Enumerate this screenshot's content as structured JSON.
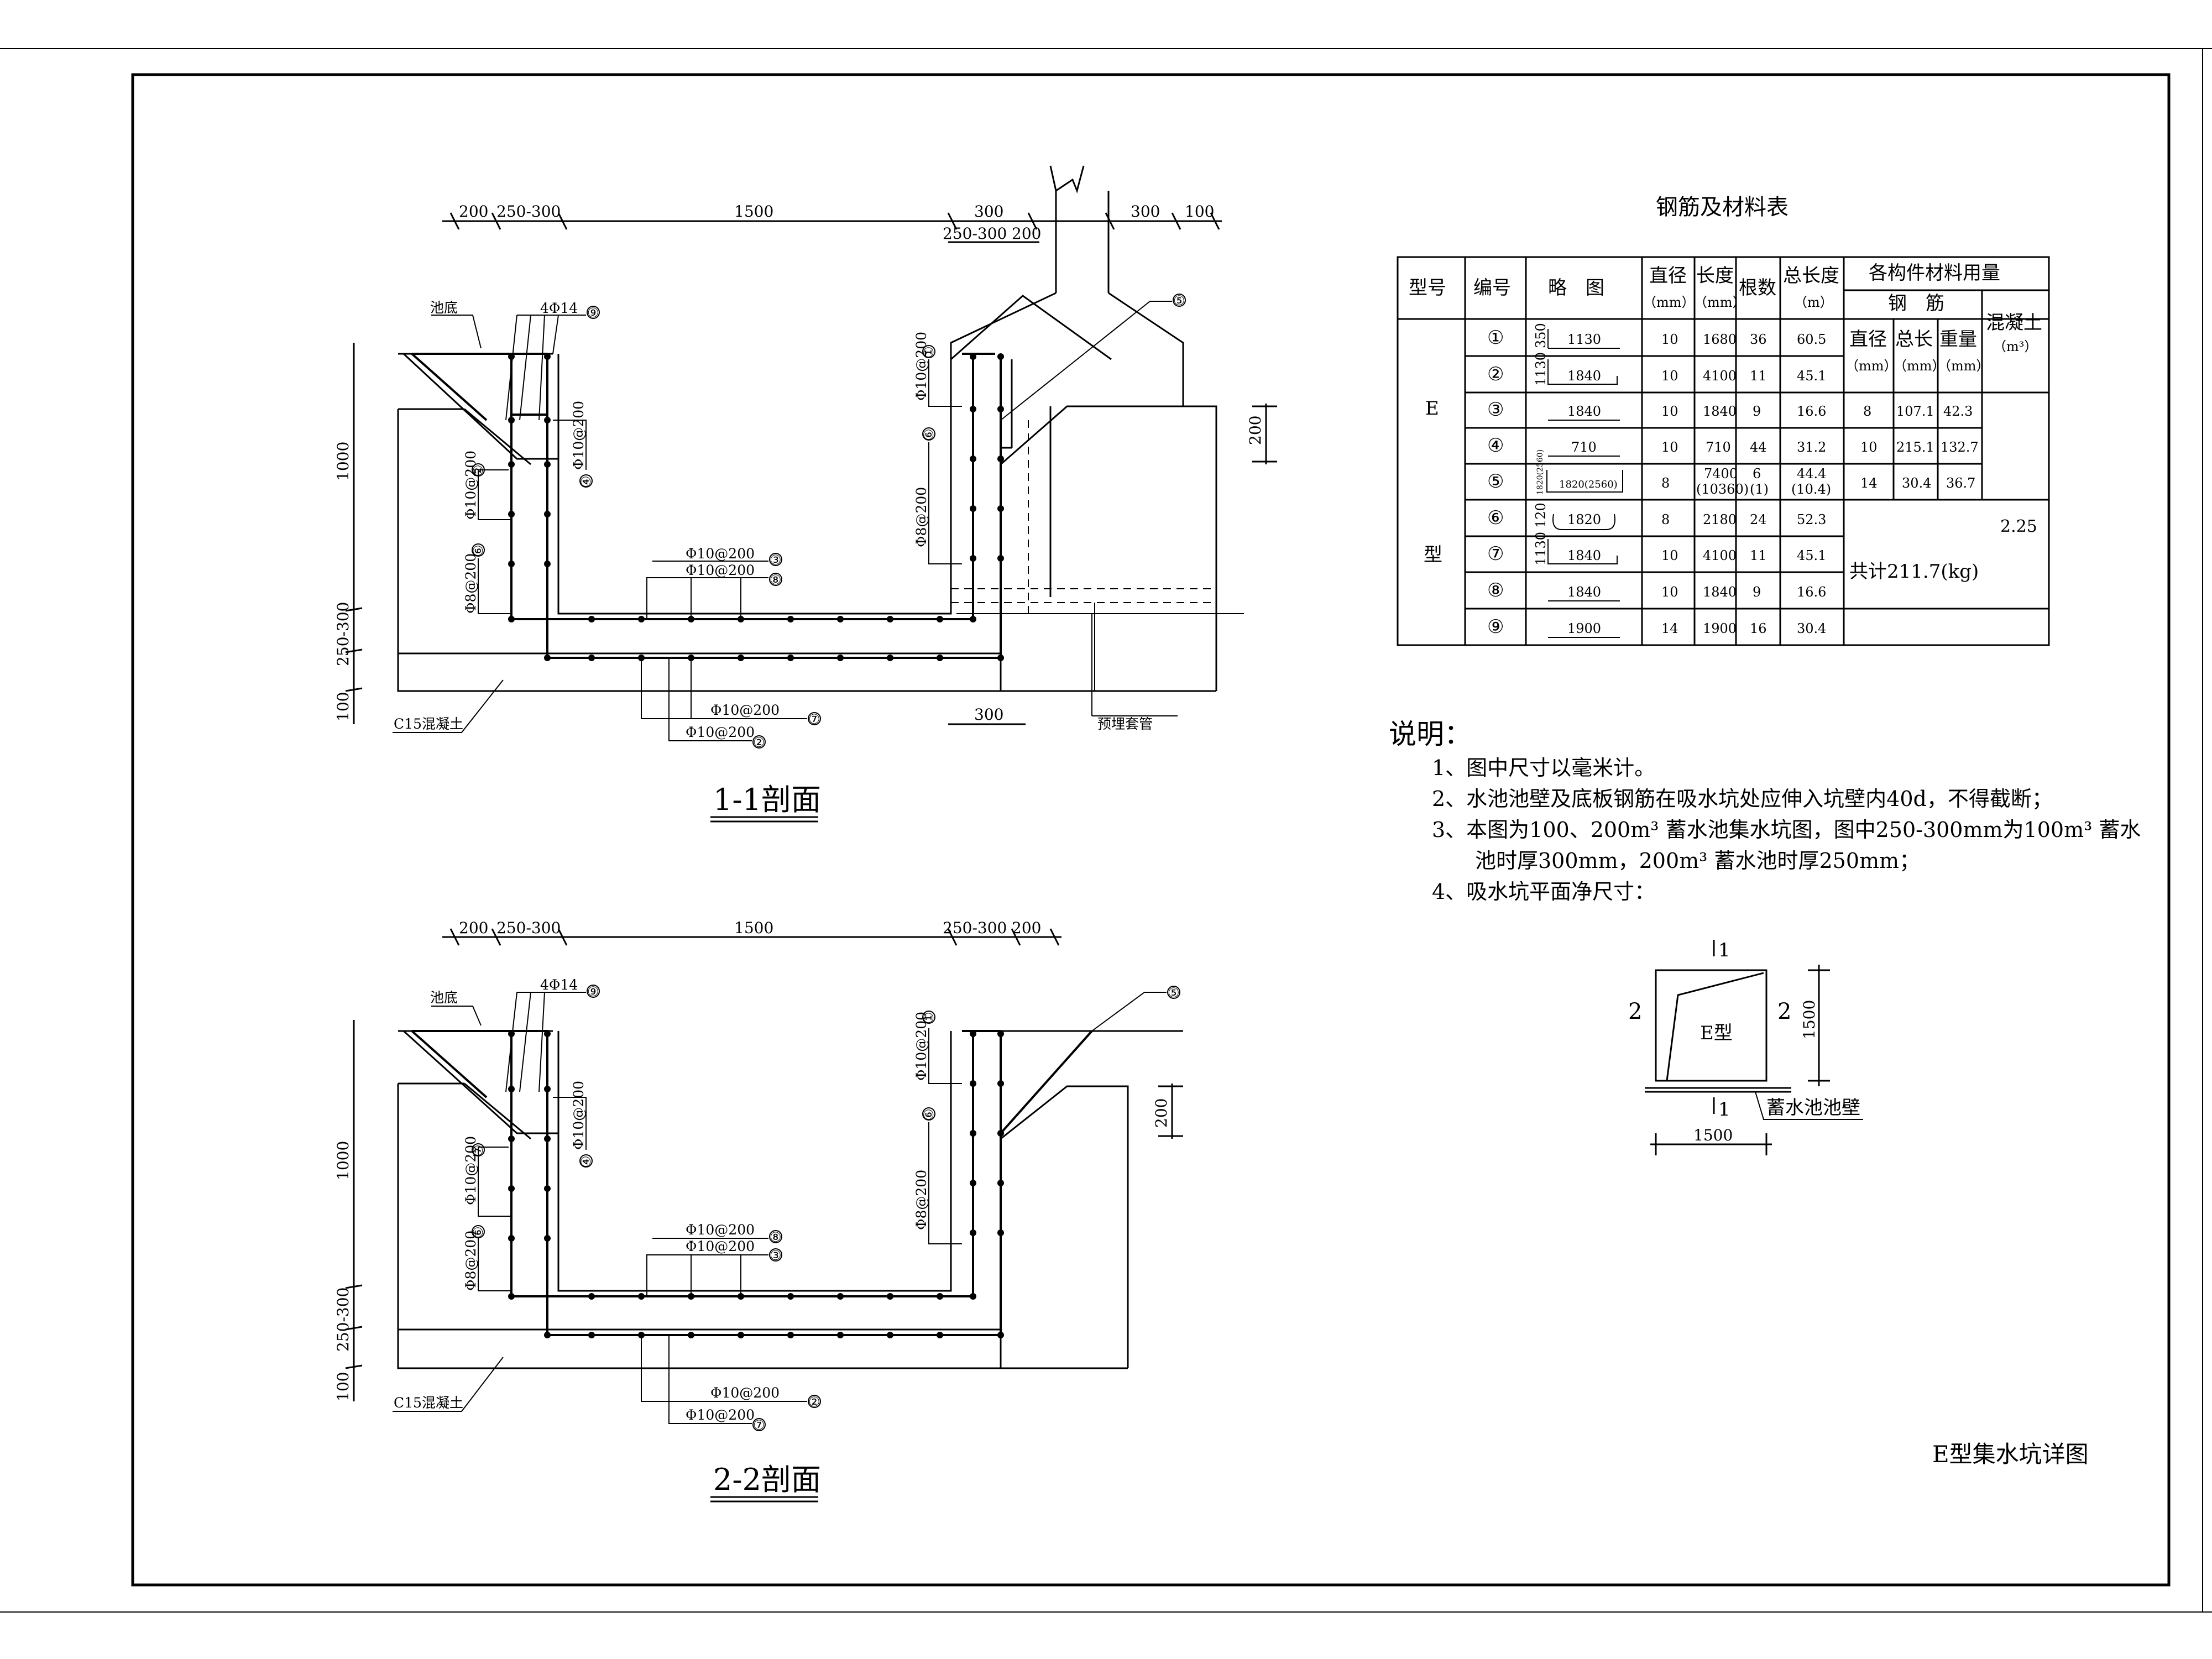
{
  "drawing_title": "E型集水坑详图",
  "sections": [
    {
      "title": "1-1剖面",
      "top_dims": [
        "200",
        "250-300",
        "1500",
        "300",
        "300",
        "100"
      ],
      "sub_dims": [
        "250-300",
        "200"
      ],
      "left_dims": [
        "1000",
        "250-300",
        "100"
      ],
      "right_dim": "200",
      "bottom_dim": "300",
      "labels": {
        "pool_bottom": "池底",
        "top_bars": "4Φ14",
        "c15": "C15混凝土",
        "sleeve": "预埋套管",
        "n9": "⑨",
        "n5": "⑤",
        "n1": "①",
        "n6": "⑥",
        "n4": "④",
        "n2": "②",
        "n6b": "⑥",
        "n3": "③",
        "n8": "⑧",
        "n7": "⑦",
        "n2b": "②"
      },
      "rebar": {
        "r1": "Φ10@200",
        "r4": "Φ10@200",
        "r6": "Φ8@200",
        "l2": "Φ10@200",
        "l6": "Φ8@200",
        "b3": "Φ10@200",
        "b8": "Φ10@200",
        "b2": "Φ10@200",
        "b7": "Φ10@200"
      }
    },
    {
      "title": "2-2剖面",
      "top_dims": [
        "200",
        "250-300",
        "1500",
        "250-300",
        "200"
      ],
      "left_dims": [
        "1000",
        "250-300",
        "100"
      ],
      "right_dim": "200",
      "labels": {
        "pool_bottom": "池底",
        "top_bars": "4Φ14",
        "c15": "C15混凝土",
        "n9": "⑨",
        "n5": "⑤",
        "n1": "①",
        "n6": "⑥",
        "n4": "④",
        "n7": "⑦",
        "n6b": "⑥",
        "n8": "⑧",
        "n3": "③",
        "n2": "②",
        "n7b": "⑦"
      },
      "rebar": {
        "r1": "Φ10@200",
        "r6": "Φ8@200",
        "l4": "Φ10@200",
        "l7": "Φ10@200",
        "l6": "Φ8@200",
        "b8": "Φ10@200",
        "b3": "Φ10@200",
        "b2": "Φ10@200",
        "b7": "Φ10@200"
      }
    }
  ],
  "table": {
    "title": "钢筋及材料表",
    "headers": {
      "type": "型号",
      "no": "编号",
      "sketch": "略　图",
      "dia": "直径",
      "dia_unit": "（mm）",
      "len": "长度",
      "len_unit": "（mm）",
      "count": "根数",
      "total": "总长度",
      "total_unit": "（m）",
      "materials": "各构件材料用量",
      "steel": "钢　筋",
      "s_dia": "直径",
      "s_dia_unit": "（mm）",
      "s_total": "总长",
      "s_total_unit": "（mm）",
      "s_weight": "重量",
      "s_weight_unit": "（mm）",
      "concrete": "混凝土",
      "concrete_unit": "（m³）"
    },
    "type_label_1": "E",
    "type_label_2": "型",
    "rows": [
      {
        "no": "①",
        "sketch": "1130",
        "sketch_v": "350",
        "dia": "10",
        "len": "1680",
        "count": "36",
        "total": "60.5"
      },
      {
        "no": "②",
        "sketch": "1840",
        "sketch_v": "1130",
        "dia": "10",
        "len": "4100",
        "count": "11",
        "total": "45.1"
      },
      {
        "no": "③",
        "sketch": "1840",
        "sketch_v": "",
        "dia": "10",
        "len": "1840",
        "count": "9",
        "total": "16.6"
      },
      {
        "no": "④",
        "sketch": "710",
        "sketch_v": "",
        "dia": "10",
        "len": "710",
        "count": "44",
        "total": "31.2"
      },
      {
        "no": "⑤",
        "sketch": "1820(2560)",
        "sketch_v": "1820(2560)",
        "dia": "8",
        "len": "7400",
        "len2": "(10360)",
        "count": "6",
        "count2": "(1)",
        "total": "44.4",
        "total2": "(10.4)"
      },
      {
        "no": "⑥",
        "sketch": "1820",
        "sketch_v": "120",
        "dia": "8",
        "len": "2180",
        "count": "24",
        "total": "52.3"
      },
      {
        "no": "⑦",
        "sketch": "1840",
        "sketch_v": "1130",
        "dia": "10",
        "len": "4100",
        "count": "11",
        "total": "45.1"
      },
      {
        "no": "⑧",
        "sketch": "1840",
        "sketch_v": "",
        "dia": "10",
        "len": "1840",
        "count": "9",
        "total": "16.6"
      },
      {
        "no": "⑨",
        "sketch": "1900",
        "sketch_v": "",
        "dia": "14",
        "len": "1900",
        "count": "16",
        "total": "30.4"
      }
    ],
    "materials_rows": [
      {
        "dia": "8",
        "total": "107.1",
        "weight": "42.3"
      },
      {
        "dia": "10",
        "total": "215.1",
        "weight": "132.7"
      },
      {
        "dia": "14",
        "total": "30.4",
        "weight": "36.7"
      }
    ],
    "sum": "共计211.7(kg)",
    "concrete_value": "2.25"
  },
  "notes": {
    "heading": "说明：",
    "items": [
      "1、图中尺寸以毫米计。",
      "2、水池池壁及底板钢筋在吸水坑处应伸入坑壁内40d，不得截断；",
      "3、本图为100、200m³ 蓄水池集水坑图，图中250-300mm为100m³ 蓄水",
      "池时厚300mm，200m³ 蓄水池时厚250mm；",
      "4、吸水坑平面净尺寸："
    ]
  },
  "plan": {
    "label": "E型",
    "dim_h": "1500",
    "dim_v": "1500",
    "wall": "蓄水池池壁",
    "cut_1a": "1",
    "cut_1b": "1",
    "cut_2a": "2",
    "cut_2b": "2"
  }
}
